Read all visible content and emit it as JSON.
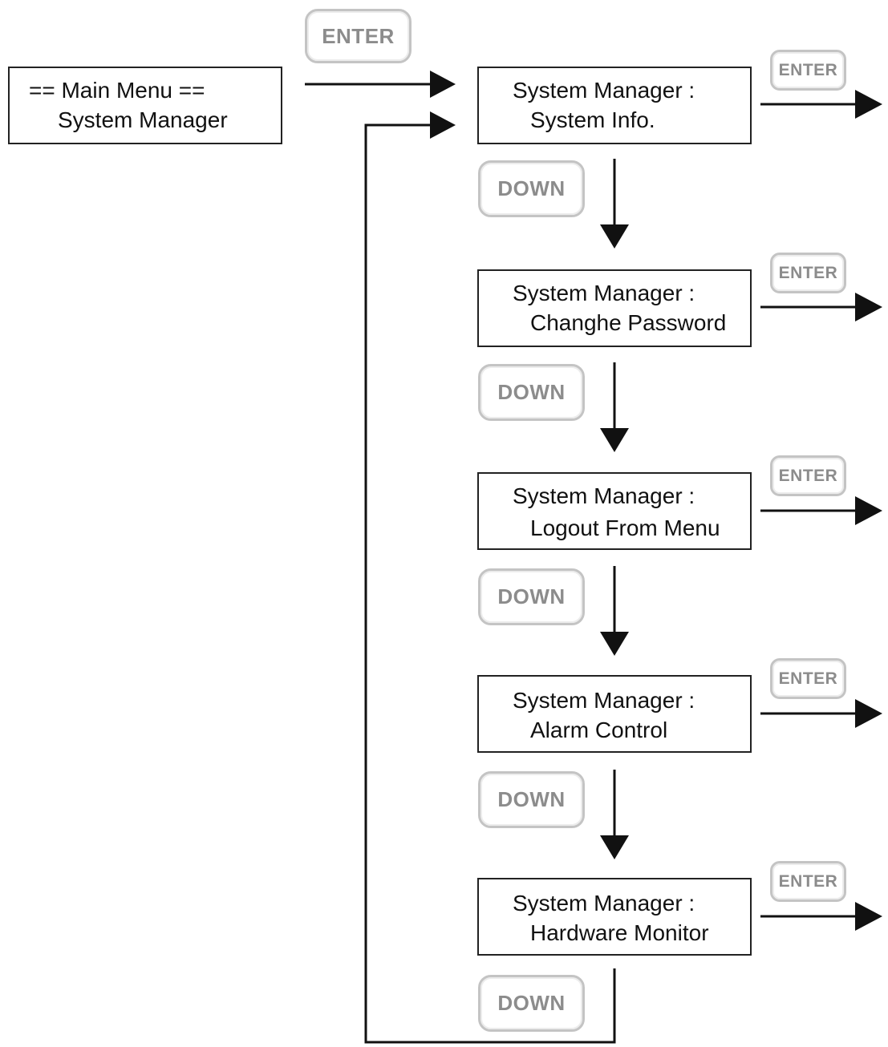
{
  "main_menu": {
    "line1": "== Main Menu ==",
    "line2": "System Manager"
  },
  "keys": {
    "enter": "ENTER",
    "down": "DOWN"
  },
  "menu_items": [
    {
      "line1": "System Manager :",
      "line2": "System Info."
    },
    {
      "line1": "System Manager :",
      "line2": "Changhe Password"
    },
    {
      "line1": "System Manager :",
      "line2": "Logout From Menu"
    },
    {
      "line1": "System Manager :",
      "line2": "Alarm Control"
    },
    {
      "line1": "System Manager :",
      "line2": "Hardware Monitor"
    }
  ]
}
